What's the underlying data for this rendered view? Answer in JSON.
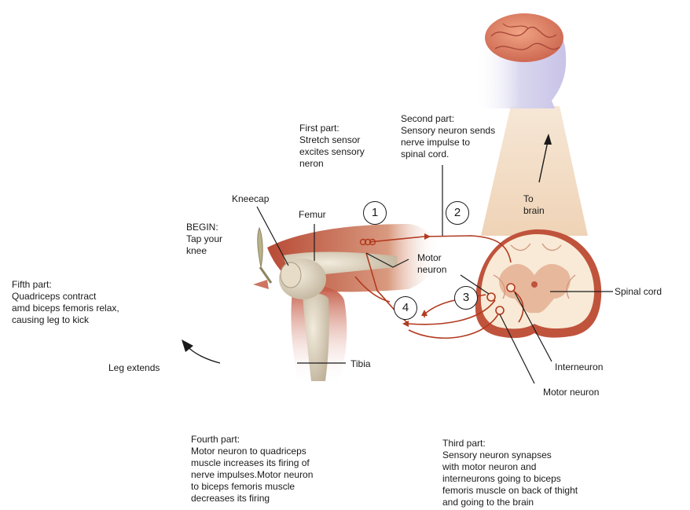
{
  "labels": {
    "first_part": "First part:\nStretch sensor\nexcites sensory\nneron",
    "second_part": "Second part:\nSensory neuron sends\nnerve impulse to\nspinal cord.",
    "third_part": "Third part:\nSensory neuron synapses\nwith motor neuron and\ninterneurons going to biceps\nfemoris muscle on back of thight\nand going to the brain",
    "fourth_part": "Fourth part:\nMotor neuron to quadriceps\nmuscle increases its firing of\nnerve impulses.Motor neuron\nto biceps femoris muscle\ndecreases its firing",
    "fifth_part": "Fifth part:\nQuadriceps contract\namd biceps femoris relax,\ncausing leg to kick",
    "begin": "BEGIN:\nTap your\nknee",
    "kneecap": "Kneecap",
    "femur": "Femur",
    "tibia": "Tibia",
    "leg_extends": "Leg extends",
    "to_brain": "To\nbrain",
    "spinal_cord": "Spinal cord",
    "interneuron": "Interneuron",
    "motor_neuron_lower": "Motor neuron",
    "motor_neuron_upper": "Motor\nneuron"
  },
  "steps": [
    "1",
    "2",
    "3",
    "4"
  ],
  "colors": {
    "nerve": "#b23a1f",
    "muscle": "#c0533c",
    "bone": "#d8ccb4",
    "cord_gray": "#f0d2b4",
    "cord_white": "#f8ead6",
    "brain": "#e58a6a",
    "beam": "#f3dcc4"
  }
}
